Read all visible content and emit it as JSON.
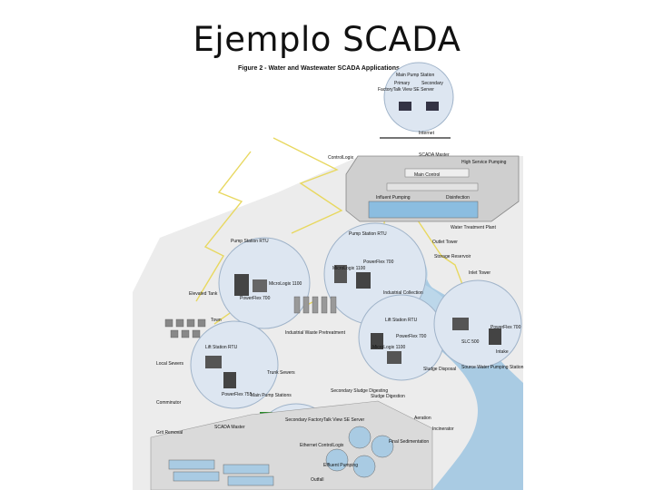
{
  "slide": {
    "title": "Ejemplo SCADA"
  },
  "figure": {
    "caption": "Figure 2 - Water and Wastewater SCADA Applications"
  },
  "labels": {
    "main_pump_station": "Main Pump Station",
    "primary": "Primary",
    "factorytalk_view_se_server": "FactoryTalk View SE Server",
    "secondary": "Secondary",
    "internet": "Internet",
    "controllogix": "ControlLogix",
    "scada_master": "SCADA Master",
    "high_service_pumping": "High Service Pumping",
    "main_control": "Main Control",
    "influent_pumping": "Influent Pumping",
    "disinfection": "Disinfection",
    "water_treatment_plant": "Water Treatment Plant",
    "pump_station_rtu": "Pump Station RTU",
    "powerflex_700": "PowerFlex 700",
    "micrologix_1100": "MicroLogix 1100",
    "outlet_tower": "Outlet Tower",
    "storage_reservoir": "Storage Reservoir",
    "inlet_tower": "Inlet Tower",
    "elevated_tank": "Elevated Tank",
    "industrial_collection": "Industrial Collection",
    "town": "Town",
    "industrial_waste_pretreatment": "Industrial Waste Pretreatment",
    "lift_station_rtu": "Lift Station RTU",
    "slc_500": "SLC 500",
    "intake": "Intake",
    "local_sewers": "Local Sewers",
    "trunk_sewers": "Trunk Sewers",
    "sludge_disposal": "Sludge Disposal",
    "source_water_pumping_station": "Source Water Pumping Station",
    "secondary_sludge_digesting": "Secondary Sludge Digesting",
    "sludge_digestion": "Sludge Digestion",
    "comminutor": "Comminutor",
    "powerflex_755": "PowerFlex 755",
    "main_pump_stations": "Main Pump Stations",
    "secondary_factorytalk_view_se_server": "Secondary FactoryTalk View SE Server",
    "ethernet_controllogix": "Ethernet ControlLogix",
    "aeration": "Aeration",
    "incinerator": "Incinerator",
    "grit_removal": "Grit Removal",
    "scada_master_bottom": "SCADA Master",
    "final_sedimentation": "Final Sedimentation",
    "effluent_pumping": "Effluent Pumping",
    "outfall": "Outfall"
  },
  "colors": {
    "bubble": "#dde6f1",
    "water": "#a9cbe3",
    "ground": "#e6e6e6",
    "radio_link": "#e8d860",
    "structure": "#c7c7c7"
  }
}
